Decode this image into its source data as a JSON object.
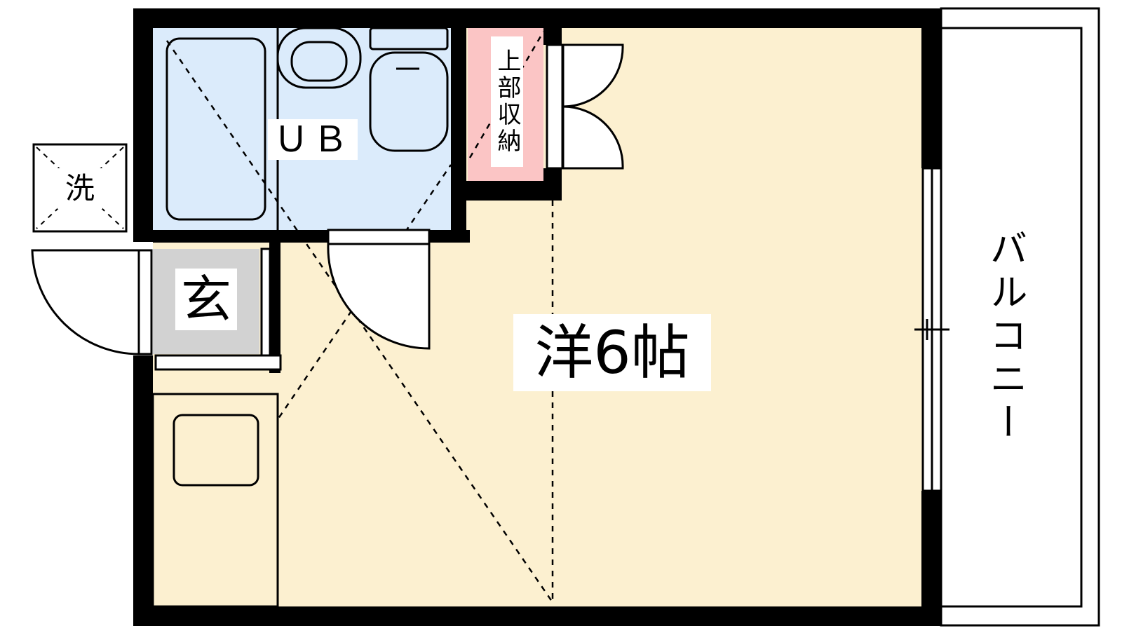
{
  "rooms": {
    "western_room": {
      "label": "洋6帖",
      "fill": "#FCF0D0"
    },
    "unit_bath": {
      "label": "ＵＢ",
      "fill": "#DBEBFB"
    },
    "upper_storage": {
      "label": "上部収納",
      "fill": "#FBC5C5"
    },
    "entrance": {
      "label": "玄",
      "fill": "#D2D2D2"
    },
    "washer": {
      "label": "洗"
    },
    "balcony": {
      "label": "バルコニー"
    }
  },
  "colors": {
    "wall": "#000000",
    "line": "#000000",
    "background": "#ffffff"
  }
}
